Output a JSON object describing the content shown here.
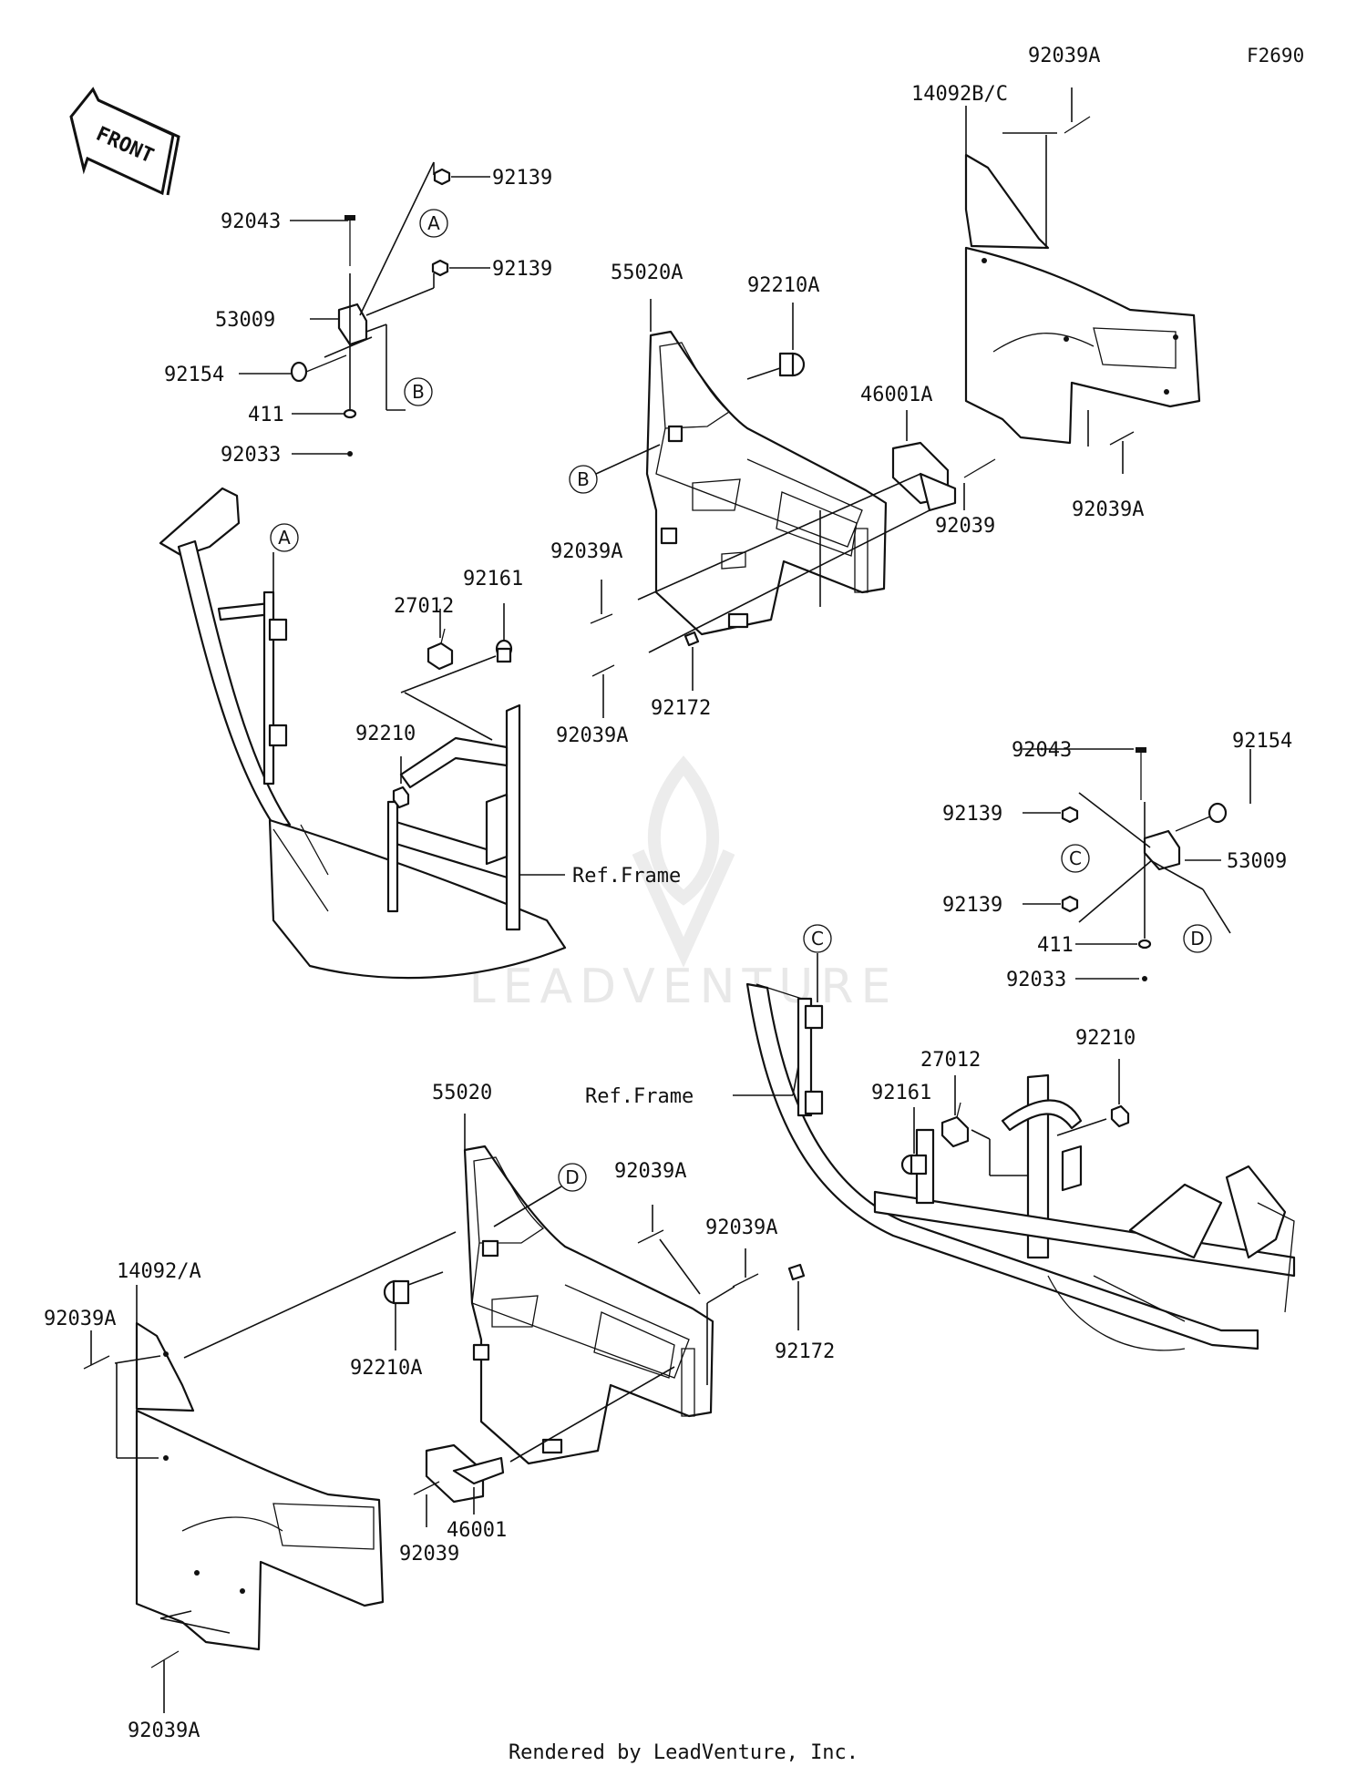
{
  "figure_code": "F2690",
  "front_label": "FRONT",
  "watermark": "LEADVENTURE",
  "footer": "Rendered by LeadVenture, Inc.",
  "callouts": [
    "A",
    "B",
    "A",
    "B",
    "C",
    "D",
    "C",
    "D"
  ],
  "labels": [
    "92039A",
    "14092B/C",
    "92139",
    "92043",
    "92139",
    "53009",
    "92154",
    "411",
    "92033",
    "55020A",
    "92210A",
    "46001A",
    "92039",
    "92039A",
    "92039A",
    "92161",
    "27012",
    "92210",
    "92039A",
    "92172",
    "Ref.Frame",
    "92043",
    "92154",
    "92139",
    "53009",
    "92139",
    "411",
    "92033",
    "92210",
    "27012",
    "92161",
    "Ref.Frame",
    "55020",
    "92039A",
    "92039A",
    "14092/A",
    "92039A",
    "92210A",
    "92172",
    "46001",
    "92039",
    "92039A"
  ]
}
